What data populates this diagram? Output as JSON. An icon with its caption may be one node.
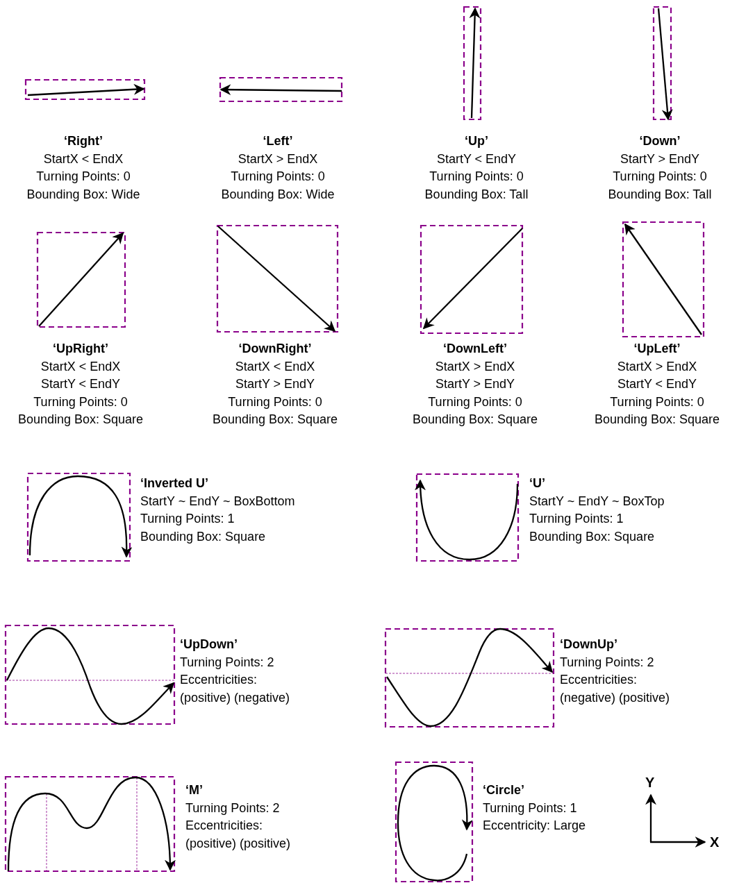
{
  "diagram": {
    "labels": [
      "‘Right’",
      "StartX < EndX",
      "Turning Points: 0",
      "Bounding Box: Wide",
      "‘Left’",
      "StartX > EndX",
      "Turning Points: 0",
      "Bounding Box: Wide",
      "‘Up’",
      "StartY < EndY",
      "Turning Points: 0",
      "Bounding Box: Tall",
      "‘Down’",
      "StartY > EndY",
      "Turning Points: 0",
      "Bounding Box: Tall",
      "‘UpRight’",
      "StartX < EndX",
      "StartY < EndY",
      "Turning Points: 0",
      "Bounding Box: Square",
      "‘DownRight’",
      "StartX < EndX",
      "StartY > EndY",
      "Turning Points: 0",
      "Bounding Box: Square",
      "‘DownLeft’",
      "StartX > EndX",
      "StartY > EndY",
      "Turning Points: 0",
      "Bounding Box: Square",
      "‘UpLeft’",
      "StartX > EndX",
      "StartY < EndY",
      "Turning Points: 0",
      "Bounding Box: Square",
      "‘Inverted U’",
      "StartY ~ EndY ~ BoxBottom",
      "Turning Points: 1",
      "Bounding Box: Square",
      "‘U’",
      "StartY ~ EndY ~ BoxTop",
      "Turning Points: 1",
      "Bounding Box: Square",
      "‘UpDown’",
      "Turning Points: 2",
      "Eccentricities:",
      "(positive) (negative)",
      "‘DownUp’",
      "Turning Points: 2",
      "Eccentricities:",
      "(negative) (positive)",
      "‘M’",
      "Turning Points: 2",
      "Eccentricities:",
      "(positive) (positive)",
      "‘Circle’",
      "Turning Points: 1",
      "Eccentricity: Large",
      "Y",
      "X"
    ]
  }
}
